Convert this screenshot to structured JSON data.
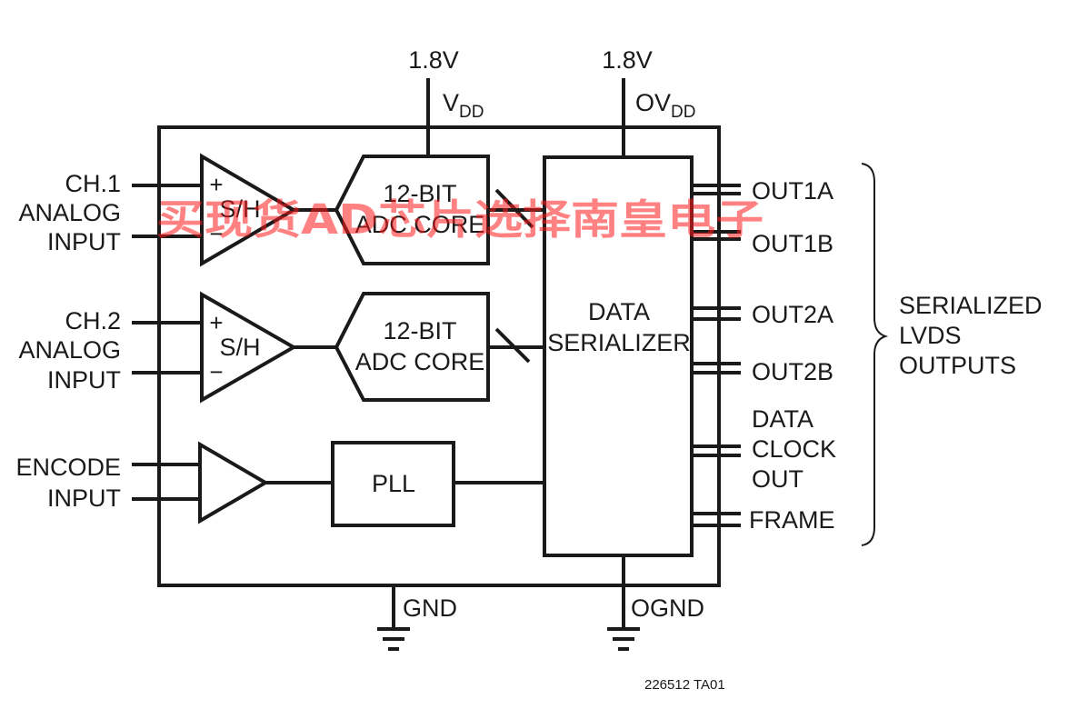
{
  "supplies": {
    "vdd_voltage": "1.8V",
    "vdd_label": "V",
    "vdd_sub": "DD",
    "ovdd_voltage": "1.8V",
    "ovdd_label": "OV",
    "ovdd_sub": "DD"
  },
  "inputs": {
    "ch1": [
      "CH.1",
      "ANALOG",
      "INPUT"
    ],
    "ch2": [
      "CH.2",
      "ANALOG",
      "INPUT"
    ],
    "encode": [
      "ENCODE",
      "INPUT"
    ]
  },
  "blocks": {
    "sh_label": "S/H",
    "plus_sign": "+",
    "minus_sign": "−",
    "adc_line1": "12-BIT",
    "adc_line2": "ADC CORE",
    "pll": "PLL",
    "serializer_line1": "DATA",
    "serializer_line2": "SERIALIZER"
  },
  "outputs": {
    "out1a": "OUT1A",
    "out1b": "OUT1B",
    "out2a": "OUT2A",
    "out2b": "OUT2B",
    "data_clock": [
      "DATA",
      "CLOCK",
      "OUT"
    ],
    "frame": "FRAME"
  },
  "group_label": [
    "SERIALIZED",
    "LVDS",
    "OUTPUTS"
  ],
  "grounds": {
    "gnd": "GND",
    "ognd": "OGND"
  },
  "figure_id": "226512 TA01",
  "watermark": "买现货AD芯片选择南皇电子"
}
